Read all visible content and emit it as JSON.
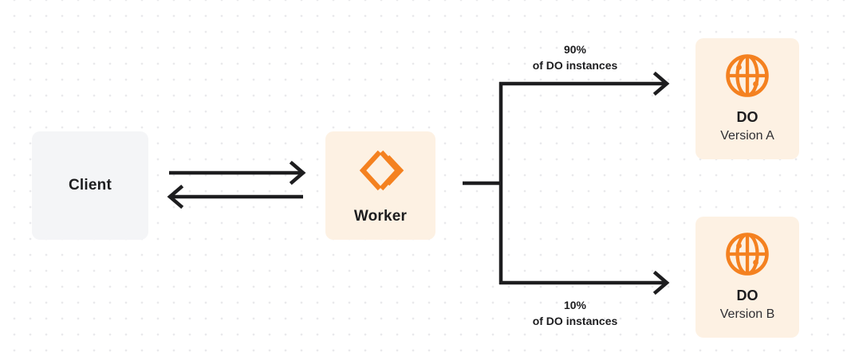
{
  "diagram": {
    "title_hidden": "Cloudflare Worker routing traffic to Durable Object versions",
    "background": {
      "color": "#ffffff",
      "dot_color": "#e9e9ec"
    },
    "colors": {
      "accent_orange": "#f48120",
      "worker_box": "#fdf1e3",
      "client_box": "#f4f5f7",
      "text_dark": "#1d1d1f",
      "line": "#1d1d1f"
    },
    "nodes": {
      "client": {
        "label": "Client"
      },
      "worker": {
        "label": "Worker",
        "icon": "cloudflare-workers-icon"
      },
      "do_a": {
        "title": "DO",
        "subtitle": "Version A",
        "icon": "durable-object-globe-icon"
      },
      "do_b": {
        "title": "DO",
        "subtitle": "Version B",
        "icon": "durable-object-globe-icon"
      }
    },
    "edges": {
      "client_to_worker": {
        "direction": "right",
        "label": ""
      },
      "worker_to_client": {
        "direction": "left",
        "label": ""
      },
      "worker_to_do_a": {
        "percent": "90%",
        "caption": "of DO instances"
      },
      "worker_to_do_b": {
        "percent": "10%",
        "caption": "of DO instances"
      }
    }
  }
}
